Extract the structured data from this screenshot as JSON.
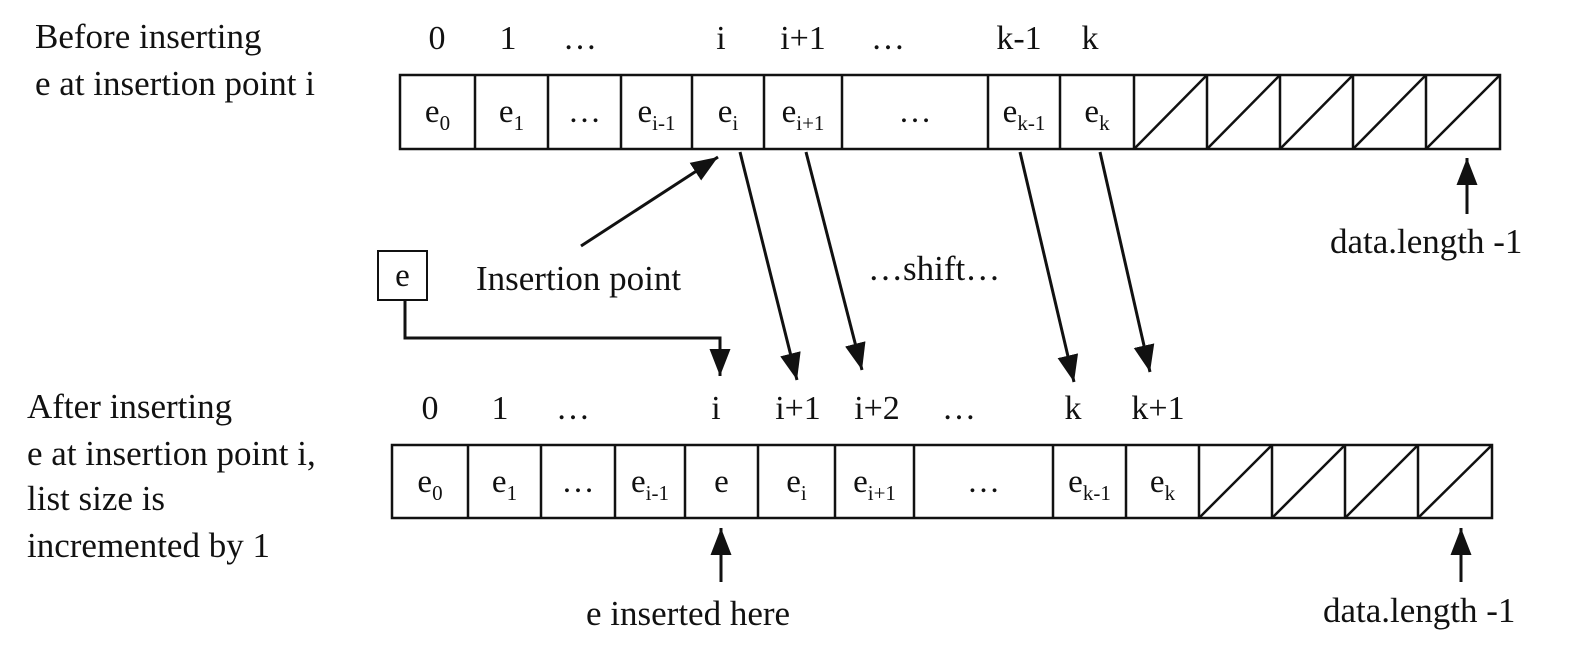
{
  "colors": {
    "ink": "#111111",
    "background": "#ffffff"
  },
  "before": {
    "caption": [
      "Before inserting",
      "e at insertion point i"
    ],
    "indices": [
      "0",
      "1",
      "…",
      "i",
      "i+1",
      "…",
      "k-1",
      "k"
    ],
    "cells": [
      {
        "base": "e",
        "sub": "0"
      },
      {
        "base": "e",
        "sub": "1"
      },
      {
        "base": "…",
        "sub": ""
      },
      {
        "base": "e",
        "sub": "i-1"
      },
      {
        "base": "e",
        "sub": "i"
      },
      {
        "base": "e",
        "sub": "i+1"
      },
      {
        "base": "…",
        "sub": ""
      },
      {
        "base": "e",
        "sub": "k-1"
      },
      {
        "base": "e",
        "sub": "k"
      }
    ],
    "empty_cells": 5,
    "end_label": "data.length -1"
  },
  "element_box": {
    "label": "e"
  },
  "insertion_point_label": "Insertion point",
  "shift_label": "…shift…",
  "after": {
    "caption": [
      "After inserting",
      "e at insertion point i,",
      "list size is",
      "incremented by 1"
    ],
    "indices": [
      "0",
      "1",
      "…",
      "i",
      "i+1",
      "i+2",
      "…",
      "k",
      "k+1"
    ],
    "cells": [
      {
        "base": "e",
        "sub": "0"
      },
      {
        "base": "e",
        "sub": "1"
      },
      {
        "base": "…",
        "sub": ""
      },
      {
        "base": "e",
        "sub": "i-1"
      },
      {
        "base": "e",
        "sub": ""
      },
      {
        "base": "e",
        "sub": "i"
      },
      {
        "base": "e",
        "sub": "i+1"
      },
      {
        "base": "…",
        "sub": ""
      },
      {
        "base": "e",
        "sub": "k-1"
      },
      {
        "base": "e",
        "sub": "k"
      }
    ],
    "empty_cells": 4,
    "inserted_label": "e inserted here",
    "end_label": "data.length -1"
  }
}
